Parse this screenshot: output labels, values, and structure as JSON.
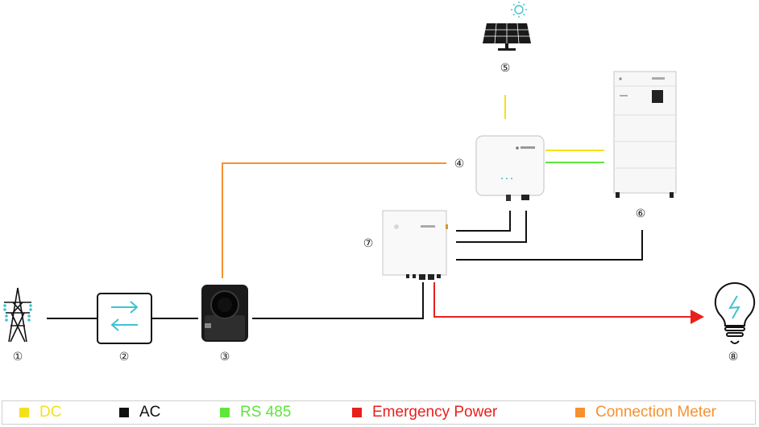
{
  "nodes": [
    {
      "id": "1",
      "label": "①",
      "icon": "power-pylon-icon"
    },
    {
      "id": "2",
      "label": "②",
      "icon": "switch-arrows-icon"
    },
    {
      "id": "3",
      "label": "③",
      "icon": "current-clamp-icon"
    },
    {
      "id": "4",
      "label": "④",
      "icon": "inverter-icon"
    },
    {
      "id": "5",
      "label": "⑤",
      "icon": "solar-panel-icon"
    },
    {
      "id": "6",
      "label": "⑥",
      "icon": "battery-cabinet-icon"
    },
    {
      "id": "7",
      "label": "⑦",
      "icon": "backup-box-icon"
    },
    {
      "id": "8",
      "label": "⑧",
      "icon": "lightbulb-icon"
    }
  ],
  "colors": {
    "dc": "#f4e11a",
    "ac": "#111111",
    "rs485": "#5ee63a",
    "emergency": "#e8201c",
    "meter": "#f7912f",
    "accent_icon": "#3ec3cf"
  },
  "legend": [
    {
      "label": "DC",
      "color": "#f4e11a",
      "text_color": "#f4e11a"
    },
    {
      "label": "AC",
      "color": "#111111",
      "text_color": "#111111"
    },
    {
      "label": "RS 485",
      "color": "#5ee63a",
      "text_color": "#5ee63a"
    },
    {
      "label": "Emergency Power",
      "color": "#e8201c",
      "text_color": "#e8201c"
    },
    {
      "label": "Connection Meter",
      "color": "#f7912f",
      "text_color": "#f7912f"
    }
  ]
}
